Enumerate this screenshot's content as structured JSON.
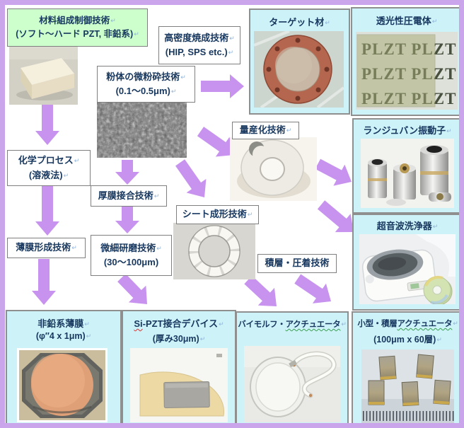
{
  "palette": {
    "frame_border": "#cba5ec",
    "arrow": "#c793ef",
    "panel_bg": "#cdf2f8",
    "green_box_bg": "#ccffcc",
    "text": "#17375e"
  },
  "boxes": {
    "material": {
      "line1": "材料組成制御技術",
      "line2": "(ソフト〜ハード PZT, 非鉛系)"
    },
    "sintering": {
      "line1": "高密度焼成技術",
      "line2": "(HIP, SPS etc.)"
    },
    "milling": {
      "line1": "粉体の微粉砕技術",
      "line2": "(0.1〜0.5μm)"
    },
    "chemical": {
      "line1": "化学プロセス",
      "line2": "(溶液法)"
    },
    "thick_film": {
      "line1": "厚膜接合技術"
    },
    "thin_film": {
      "line1": "薄膜形成技術"
    },
    "polishing": {
      "line1": "微細研磨技術",
      "line2": "(30〜100μm)"
    },
    "mass_production": {
      "line1": "量産化技術"
    },
    "sheet_forming": {
      "line1": "シート成形技術"
    },
    "lamination": {
      "line1": "積層・圧着技術"
    }
  },
  "panels": {
    "target": {
      "title": "ターゲット材"
    },
    "plzt": {
      "title": "透光性圧電体",
      "rows": [
        "PLZT PLZT",
        "PLZT PLZT",
        "PLZT PLZT"
      ]
    },
    "langevin": {
      "title": "ランジュバン振動子"
    },
    "cleaner": {
      "title": "超音波洗浄器"
    },
    "lead_free": {
      "title": "非鉛系薄膜",
      "subtitle": "(φ″4 x 1μm)"
    },
    "si_pzt": {
      "title_head": "Si",
      "title_rest": "-PZT接合デバイス",
      "subtitle": "(厚み30μm)"
    },
    "bimorph": {
      "title_head": "バイモルフ・",
      "title_tail": "アクチュエータ"
    },
    "multilayer": {
      "title_head": "小型・積層",
      "title_tail": "アクチュエータ",
      "subtitle": "(100μm x 60層)"
    }
  },
  "marks": {
    "cr": "↵"
  }
}
